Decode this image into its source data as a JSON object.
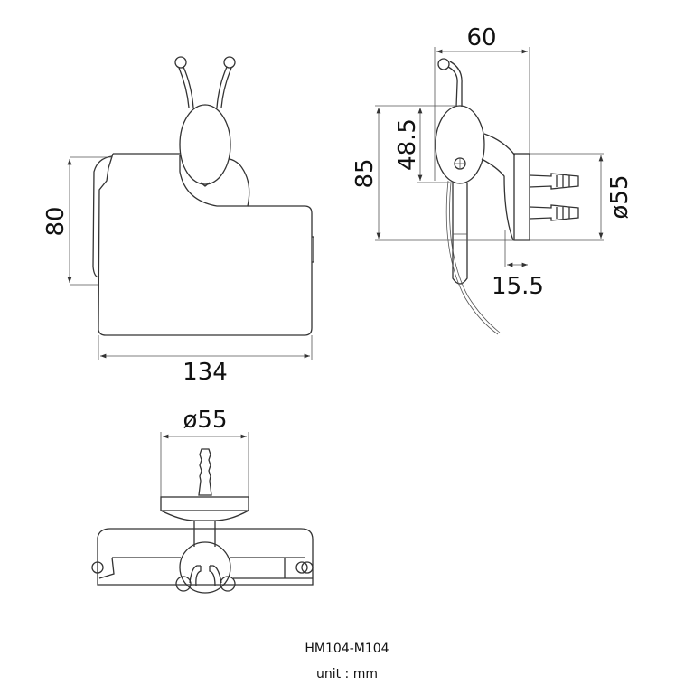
{
  "drawing": {
    "model": "HM104-M104",
    "unit_label": "unit : mm",
    "front_view": {
      "height_dim": "80",
      "width_dim": "134"
    },
    "side_view": {
      "depth_dim": "60",
      "total_height_dim": "85",
      "head_height_dim": "48.5",
      "base_diameter_dim": "ø55",
      "base_thickness_dim": "15.5"
    },
    "bottom_view": {
      "base_diameter_dim": "ø55"
    },
    "colors": {
      "line": "#333333",
      "background": "#ffffff"
    }
  }
}
